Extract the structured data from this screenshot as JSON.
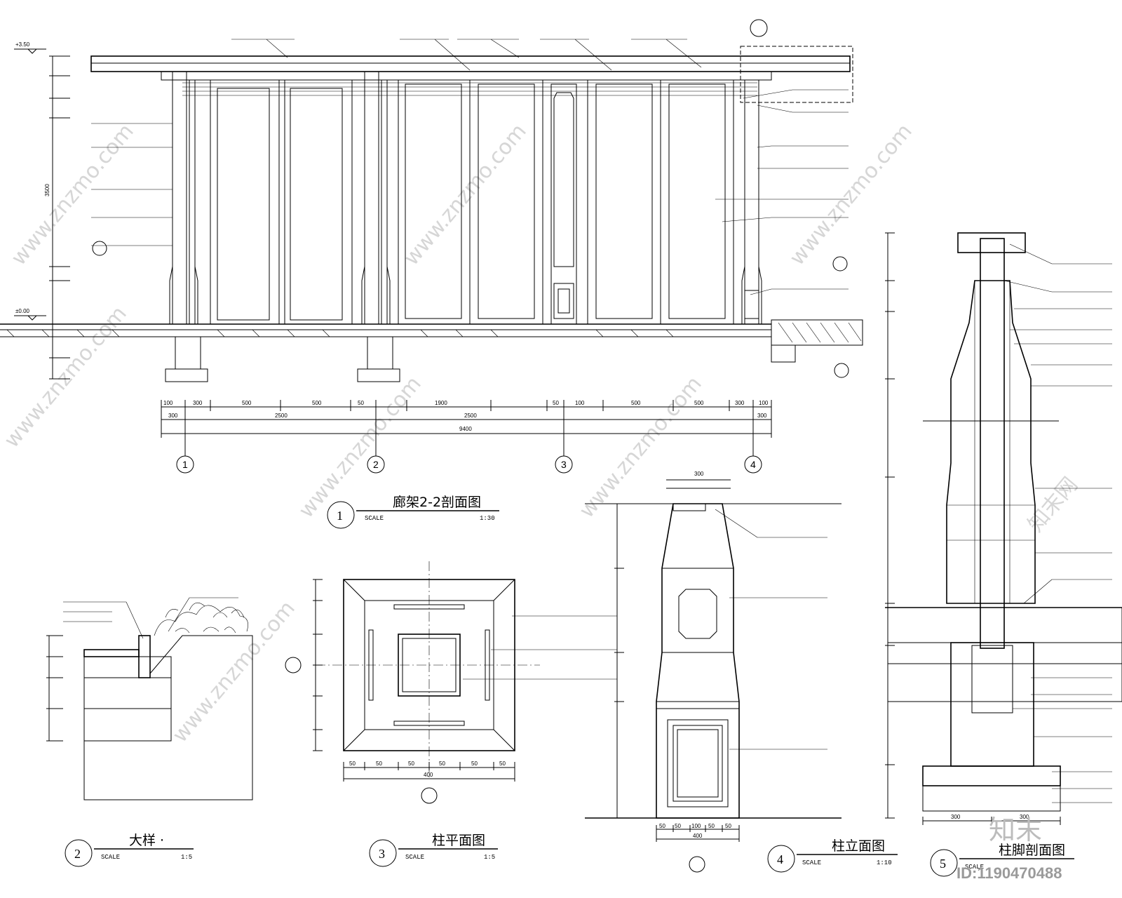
{
  "views": {
    "v1": {
      "number": "1",
      "title": "廊架2-2剖面图",
      "scale_label": "SCALE",
      "scale": "1:30"
    },
    "v2": {
      "number": "2",
      "title": "大样 ·",
      "scale_label": "SCALE",
      "scale": "1:5"
    },
    "v3": {
      "number": "3",
      "title": "柱平面图",
      "scale_label": "SCALE",
      "scale": "1:5"
    },
    "v4": {
      "number": "4",
      "title": "柱立面图",
      "scale_label": "SCALE",
      "scale": "1:10"
    },
    "v5": {
      "number": "5",
      "title": "柱脚剖面图",
      "scale_label": "SCALE",
      "scale": ""
    }
  },
  "grid_axes": [
    "1",
    "2",
    "3",
    "4"
  ],
  "elevation_marks": {
    "top": "+3.50",
    "ground": "±0.00"
  },
  "dims": {
    "v1_bottom_row1": [
      "100",
      "300",
      "500",
      "500",
      "50",
      "1900",
      "50",
      "100",
      "500",
      "500",
      "300",
      "100"
    ],
    "v1_bottom_row2": [
      "300",
      "2500",
      "2500",
      "300"
    ],
    "v1_bottom_total": "9400",
    "v1_left_total": "3500",
    "v3_bottom": [
      "50",
      "50",
      "50",
      "50",
      "50",
      "50"
    ],
    "v3_bottom_total": "400",
    "v4_top": "300",
    "v4_bottom": [
      "50",
      "50",
      "100",
      "50",
      "50"
    ],
    "v4_bottom_total": "400",
    "v5_bottom": [
      "300",
      "300"
    ]
  },
  "watermarks": {
    "site": "www.znzmo.com",
    "cn": "知末网",
    "brand": "知末",
    "id": "ID:1190470488"
  }
}
